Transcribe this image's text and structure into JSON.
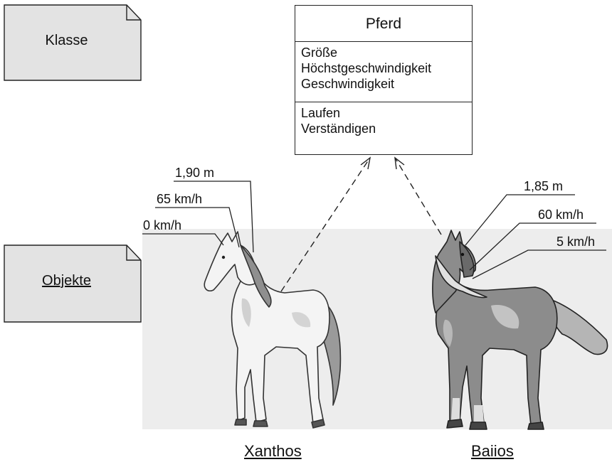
{
  "notes": {
    "klasse": "Klasse",
    "objekte": "Objekte"
  },
  "class_box": {
    "name": "Pferd",
    "attributes": [
      "Größe",
      "Höchstgeschwindigkeit",
      "Geschwindigkeit"
    ],
    "operations": [
      "Laufen",
      "Verständigen"
    ]
  },
  "objects": [
    {
      "name": "Xanthos",
      "values": [
        "1,90 m",
        "65 km/h",
        "0 km/h"
      ]
    },
    {
      "name": "Baiios",
      "values": [
        "1,85 m",
        "60 km/h",
        "5 km/h"
      ]
    }
  ],
  "colors": {
    "note_fill": "#e3e3e3",
    "photo_bg": "#ececec",
    "horse_light": "#f2f2f2",
    "horse_dark": "#8a8a8a"
  }
}
